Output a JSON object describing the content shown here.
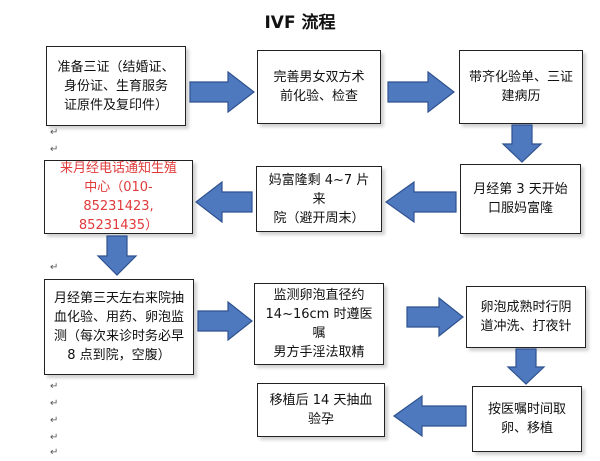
{
  "title": "IVF 流程",
  "steps": [
    {
      "id": "s1",
      "text": "准备三证（结婚证、\n身份证、生育服务\n证原件及复印件）"
    },
    {
      "id": "s2",
      "text": "完善男女双方术\n前化验、检查"
    },
    {
      "id": "s3",
      "text": "带齐化验单、三证\n建病历"
    },
    {
      "id": "s4",
      "text": "月经第 3 天开始\n口服妈富隆"
    },
    {
      "id": "s5",
      "text": "妈富隆剩 4~7 片来\n院（避开周末）"
    },
    {
      "id": "s6",
      "text": "来月经电话通知生殖\n中心（010-85231423,\n85231435）"
    },
    {
      "id": "s7",
      "text": "月经第三天左右来院抽\n血化验、用药、卵泡监\n测（每次来诊时务必早\n8 点到院，空腹）"
    },
    {
      "id": "s8",
      "text": "监测卵泡直径约\n14~16cm 时遵医嘱\n男方手淫法取精"
    },
    {
      "id": "s9",
      "text": "卵泡成熟时行阴\n道冲洗、打夜针"
    },
    {
      "id": "s10",
      "text": "按医嘱时间取\n卵、移植"
    },
    {
      "id": "s11",
      "text": "移植后 14 天抽血\n验孕"
    }
  ],
  "marks": {
    "return": "↵"
  },
  "colors": {
    "arrow_fill": "#4f79bf",
    "arrow_stroke": "#2f528f",
    "highlight_text": "#e03a3a",
    "box_border": "#222222"
  }
}
